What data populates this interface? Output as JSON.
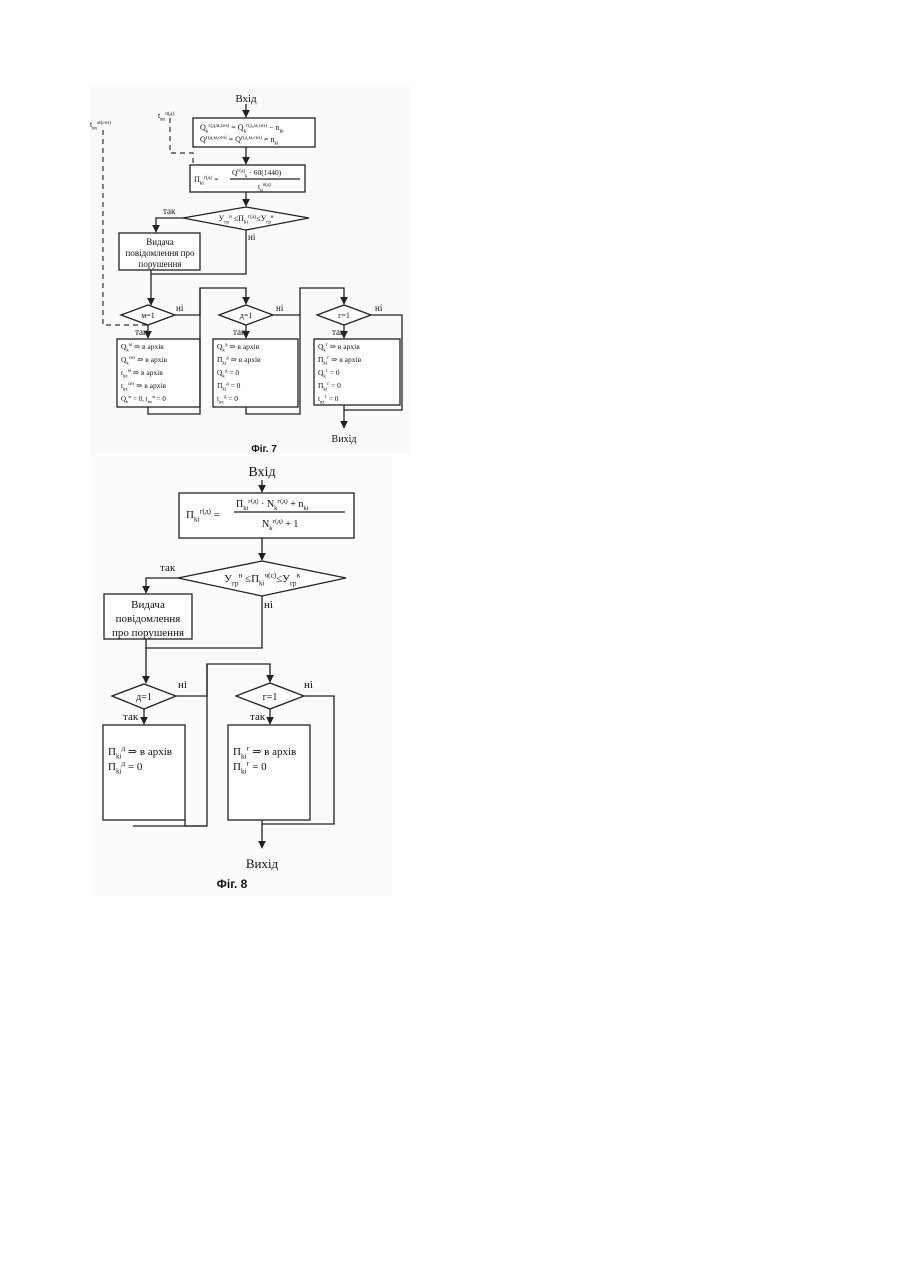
{
  "fig7": {
    "entry": "Вхід",
    "exit": "Вихід",
    "caption": "Фіг. 7",
    "input_left": "t<sub>вх</sub><sup>м(сез)</sup>",
    "input_right": "t<sub>вх</sub><sup>п(д)</sup>",
    "box1_line1": "Q<sub>k</sub><sup>г(д,м,сез)</sup> = Q<sub>k</sub><sup>г(д,м,сез)</sup> − n<sub>ki</sub>",
    "box1_line2": "Q<sup>г(д,м,сез)</sup> = Q<sup>г(д,м,сез)</sup> = n<sub>ki</sub>",
    "formula_lhs": "П<sub>ki</sub><sup>г(д)</sup> =",
    "formula_num": "Q<sup>г(д)</sup><sub>k</sub> · 60(1440)",
    "formula_den": "t<sub>н</sub><sup>п(д)</sup>",
    "decision1": "У<sub>гр</sub><sup>н</sup> ≤П<sub>ki</sub><sup>г(д)</sup>≤У<sub>гр</sub><sup>в</sup>",
    "yes": "так",
    "no": "ні",
    "violation_box": [
      "Видача",
      "повідомлення про",
      "порушення"
    ],
    "d_m": "м=1",
    "d_d": "д=1",
    "d_g": "г=1",
    "box_m": [
      "Q<sub>k</sub><sup>м</sup> ⇒ в архів",
      "Q<sub>k</sub><sup>сез</sup> ⇒ в архів",
      "t<sub>вх</sub><sup>м</sup> ⇒ в архів",
      "t<sub>вх</sub><sup>сез</sup> ⇒ в архів",
      "Q<sub>k</sub><sup>м</sup> = 0, t<sub>вх</sub><sup>м</sup> = 0"
    ],
    "box_d": [
      "Q<sub>k</sub><sup>д</sup> ⇒ в архів",
      "П<sub>ki</sub><sup>д</sup> ⇒ в архів",
      "Q<sub>k</sub><sup>д</sup> = 0",
      "П<sub>ki</sub><sup>д</sup> = 0",
      "t<sub>вх</sub><sup>д</sup> = 0"
    ],
    "box_g": [
      "Q<sub>k</sub><sup>г</sup> ⇒ в архів",
      "П<sub>ki</sub><sup>г</sup> ⇒ в архів",
      "Q<sub>k</sub><sup>г</sup> = 0",
      "П<sub>ki</sub><sup>г</sup> = 0",
      "t<sub>вх</sub><sup>г</sup> = 0"
    ]
  },
  "fig8": {
    "entry": "Вхід",
    "exit": "Вихід",
    "caption": "Фіг. 8",
    "formula_lhs": "П<sub>ki</sub><sup>г(д)</sup> =",
    "formula_num": "П<sub>ki</sub><sup>г(д)</sup> · N<sub>k</sub><sup>г(д)</sup> + n<sub>ki</sub>",
    "formula_den": "N<sub>k</sub><sup>г(д)</sup> + 1",
    "decision1": "У<sub>гр</sub><sup>н</sup> ≤П<sub>ki</sub><sup>ч(с)</sup>≤У<sub>гр</sub><sup>в</sup>",
    "yes": "так",
    "no": "ні",
    "violation_box": [
      "Видача",
      "повідомлення",
      "про порушення"
    ],
    "d_d": "д=1",
    "d_g": "г=1",
    "box_d": [
      "П<sub>ki</sub><sup>д</sup> ⇒ в архів",
      "П<sub>ki</sub><sup>д</sup> = 0"
    ],
    "box_g": [
      "П<sub>ki</sub><sup>г</sup> ⇒ в архів",
      "П<sub>ki</sub><sup>г</sup> = 0"
    ]
  }
}
